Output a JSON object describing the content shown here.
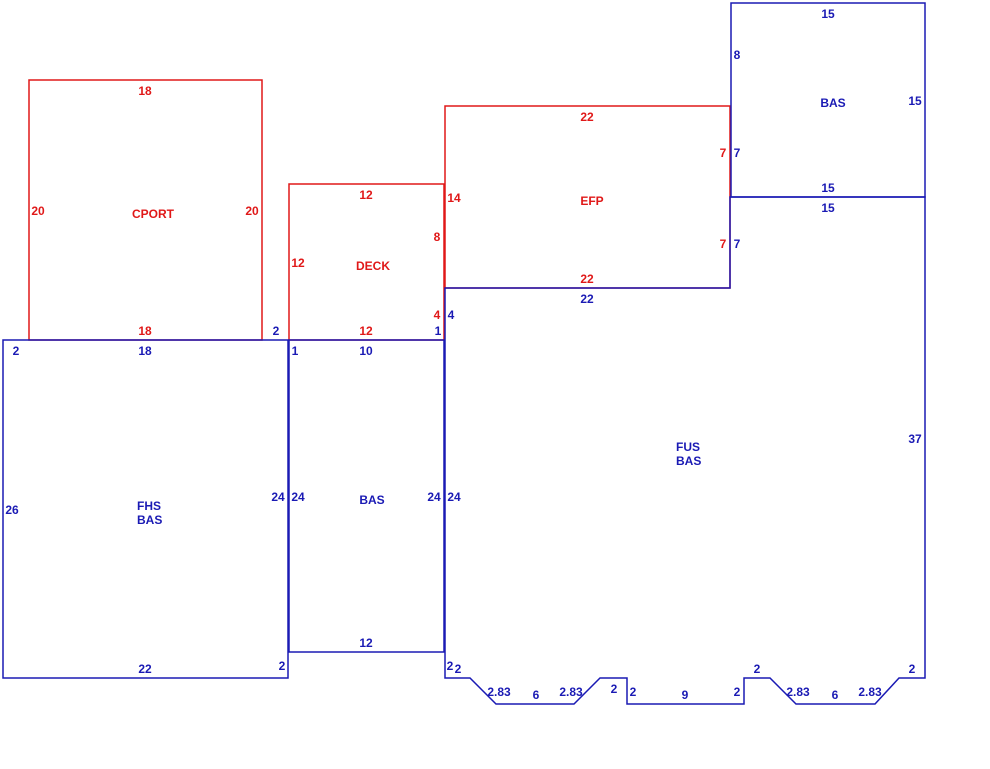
{
  "colors": {
    "blue": "#1a1ab4",
    "red": "#e01818"
  },
  "areas": {
    "cport": {
      "label": "CPORT"
    },
    "deck": {
      "label": "DECK"
    },
    "efp": {
      "label": "EFP"
    },
    "bas_top": {
      "label": "BAS"
    },
    "fhs_bas": {
      "line1": "FHS",
      "line2": "BAS"
    },
    "bas_mid": {
      "label": "BAS"
    },
    "fus_bas": {
      "line1": "FUS",
      "line2": "BAS"
    }
  },
  "dimensions": {
    "cport_top": "18",
    "cport_left": "20",
    "cport_right": "20",
    "cport_bottom": "18",
    "deck_top": "12",
    "deck_left": "12",
    "deck_right_8": "8",
    "deck_right_14": "14",
    "deck_right_4": "4",
    "deck_bottom": "12",
    "efp_top": "22",
    "efp_right_top": "7",
    "efp_right_bottom": "7",
    "efp_bottom": "22",
    "bas_top_top": "15",
    "bas_top_left": "8",
    "bas_top_right": "15",
    "bas_top_bottom": "15",
    "bas_top_left_7a": "7",
    "bas_top_left_7b": "7",
    "fus_top": "15",
    "fus_upper_bottom": "22",
    "fus_left_4": "4",
    "fus_right": "37",
    "fus_left_24": "24",
    "fus_bottom_2": "2",
    "fhs_top_left": "2",
    "fhs_top": "18",
    "fhs_top_right": "2",
    "fhs_left": "26",
    "fhs_right": "24",
    "fhs_bottom_right": "2",
    "fhs_bottom": "22",
    "mid_top_left": "1",
    "mid_top": "10",
    "mid_top_right": "1",
    "mid_left": "24",
    "mid_right": "24",
    "mid_bottom": "12",
    "fus_corner_2": "2",
    "fus_b1": "2.83",
    "fus_b2": "6",
    "fus_b3": "2.83",
    "fus_b4": "2",
    "fus_b5": "2",
    "fus_b6": "9",
    "fus_b7": "2",
    "fus_b8": "2",
    "fus_b9": "2.83",
    "fus_b10": "6",
    "fus_b11": "2.83",
    "fus_b12": "2"
  }
}
